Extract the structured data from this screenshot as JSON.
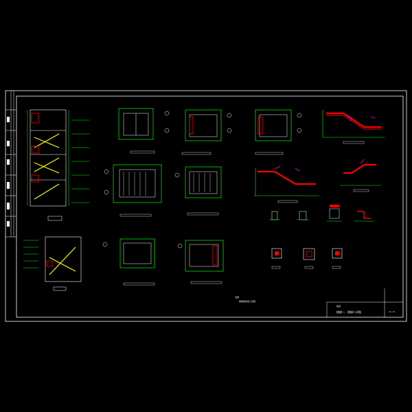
{
  "colors": {
    "background": "#000000",
    "frame": "#ffffff",
    "structure": "#00ff00",
    "annotation": "#ffffff",
    "section_red": "#ff0000",
    "magenta": "#ff00ff",
    "stair_yellow": "#ffff00",
    "cyan": "#00ffff"
  },
  "title_block": {
    "project_label": "结施",
    "drawing_title": "楼梯一、楼梯二详图",
    "drawing_number": "JG-14"
  },
  "notes": {
    "heading": "说明",
    "body": "楼梯结构施工说明"
  },
  "views": [
    {
      "name": "stair-section-main"
    },
    {
      "name": "stair-section-lower"
    },
    {
      "name": "plan-1"
    },
    {
      "name": "plan-2"
    },
    {
      "name": "plan-3"
    },
    {
      "name": "plan-4"
    },
    {
      "name": "plan-5"
    },
    {
      "name": "plan-6"
    },
    {
      "name": "plan-7"
    },
    {
      "name": "plan-8"
    },
    {
      "name": "flight-section-1"
    },
    {
      "name": "flight-section-2"
    },
    {
      "name": "flight-section-3"
    },
    {
      "name": "detail-1"
    },
    {
      "name": "detail-2"
    },
    {
      "name": "detail-3"
    },
    {
      "name": "detail-4"
    },
    {
      "name": "column-section-1"
    },
    {
      "name": "column-section-2"
    },
    {
      "name": "column-section-3"
    }
  ]
}
